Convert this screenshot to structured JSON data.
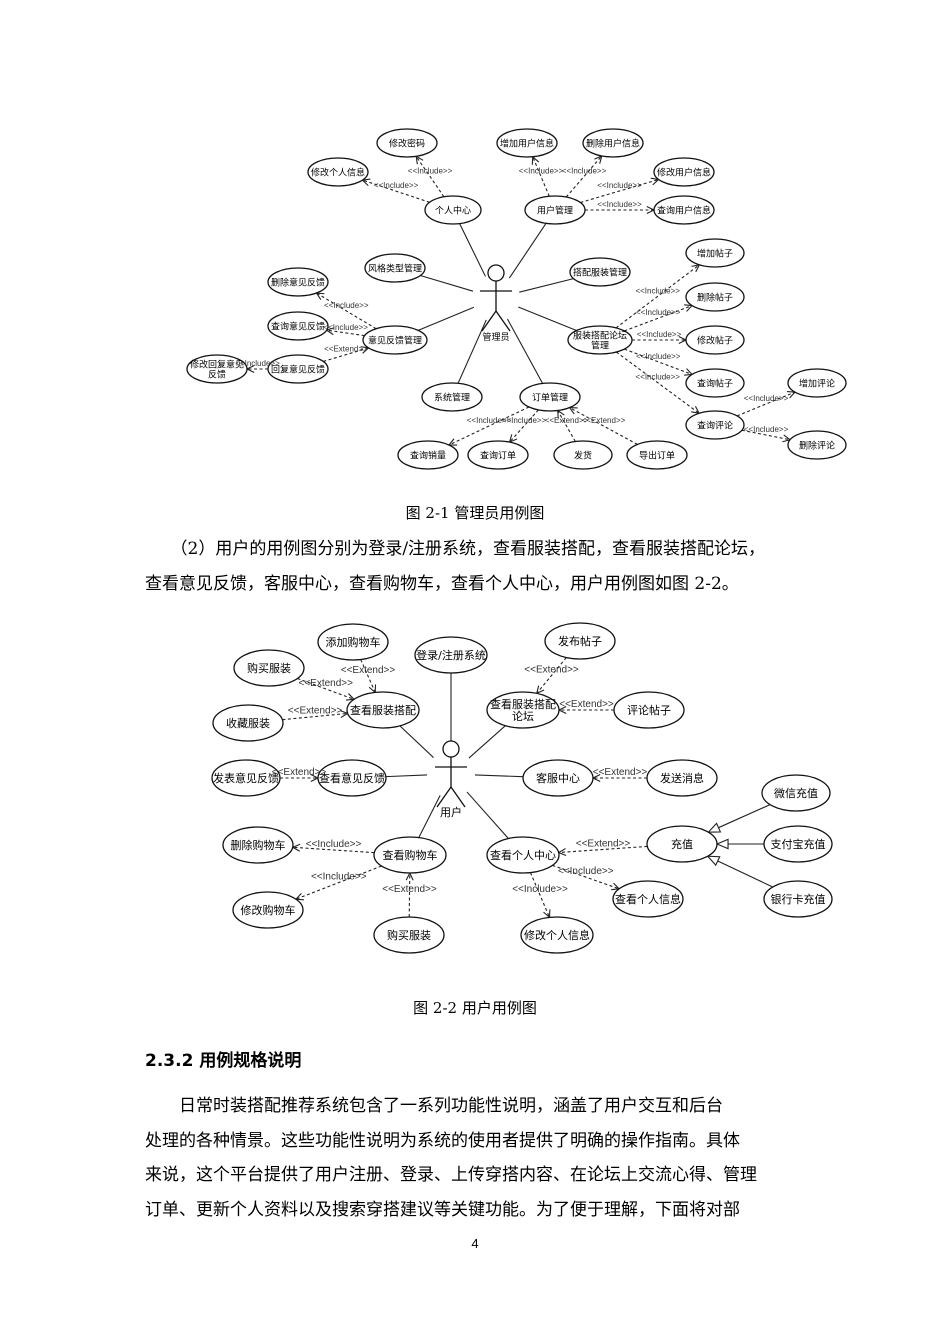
{
  "figure1": {
    "caption": "图 2-1 管理员用例图",
    "actor": "管理员",
    "nodes": [
      {
        "id": "pwd",
        "label": "修改密码"
      },
      {
        "id": "myinfo",
        "label": "修改个人信息"
      },
      {
        "id": "center",
        "label": "个人中心"
      },
      {
        "id": "adduser",
        "label": "增加用户信息"
      },
      {
        "id": "deluser",
        "label": "删除用户信息"
      },
      {
        "id": "moduser",
        "label": "修改用户信息"
      },
      {
        "id": "qryuser",
        "label": "查询用户信息"
      },
      {
        "id": "usermgr",
        "label": "用户管理"
      },
      {
        "id": "style",
        "label": "风格类型管理"
      },
      {
        "id": "outfit",
        "label": "搭配服装管理"
      },
      {
        "id": "delfb",
        "label": "删除意见反馈"
      },
      {
        "id": "qryfb",
        "label": "查询意见反馈"
      },
      {
        "id": "fbmgr",
        "label": "意见反馈管理"
      },
      {
        "id": "replyfb",
        "label": "回复意见反馈"
      },
      {
        "id": "modreply",
        "label": "修改回复意见\n反馈"
      },
      {
        "id": "forum",
        "label": "服装搭配论坛\n管理"
      },
      {
        "id": "addpost",
        "label": "增加帖子"
      },
      {
        "id": "delpost",
        "label": "删除帖子"
      },
      {
        "id": "modpost",
        "label": "修改帖子"
      },
      {
        "id": "qrypost",
        "label": "查询帖子"
      },
      {
        "id": "qrycmt",
        "label": "查询评论"
      },
      {
        "id": "addcmt",
        "label": "增加评论"
      },
      {
        "id": "delcmt",
        "label": "删除评论"
      },
      {
        "id": "sys",
        "label": "系统管理"
      },
      {
        "id": "order",
        "label": "订单管理"
      },
      {
        "id": "sales",
        "label": "查询销量"
      },
      {
        "id": "qryorder",
        "label": "查询订单"
      },
      {
        "id": "ship",
        "label": "发货"
      },
      {
        "id": "export",
        "label": "导出订单"
      }
    ],
    "edges": [
      {
        "from": "actor",
        "to": "center",
        "type": "association"
      },
      {
        "from": "actor",
        "to": "usermgr",
        "type": "association"
      },
      {
        "from": "actor",
        "to": "style",
        "type": "association"
      },
      {
        "from": "actor",
        "to": "outfit",
        "type": "association"
      },
      {
        "from": "actor",
        "to": "fbmgr",
        "type": "association"
      },
      {
        "from": "actor",
        "to": "forum",
        "type": "association"
      },
      {
        "from": "actor",
        "to": "sys",
        "type": "association"
      },
      {
        "from": "actor",
        "to": "order",
        "type": "association"
      },
      {
        "from": "center",
        "to": "pwd",
        "type": "dependency",
        "label": "<<Include>>"
      },
      {
        "from": "center",
        "to": "myinfo",
        "type": "dependency",
        "label": "<<Include>>"
      },
      {
        "from": "usermgr",
        "to": "adduser",
        "type": "dependency",
        "label": "<<Include>>"
      },
      {
        "from": "usermgr",
        "to": "deluser",
        "type": "dependency",
        "label": "<<Include>>"
      },
      {
        "from": "usermgr",
        "to": "moduser",
        "type": "dependency",
        "label": "<<Include>>"
      },
      {
        "from": "usermgr",
        "to": "qryuser",
        "type": "dependency",
        "label": "<<Include>>"
      },
      {
        "from": "fbmgr",
        "to": "delfb",
        "type": "dependency",
        "label": "<<Include>>"
      },
      {
        "from": "fbmgr",
        "to": "qryfb",
        "type": "dependency",
        "label": "<<Include>>"
      },
      {
        "from": "replyfb",
        "to": "fbmgr",
        "type": "dependency",
        "label": "<<Extend>>"
      },
      {
        "from": "replyfb",
        "to": "modreply",
        "type": "dependency",
        "label": "<<Include>>"
      },
      {
        "from": "forum",
        "to": "addpost",
        "type": "dependency",
        "label": "<<Include>>"
      },
      {
        "from": "forum",
        "to": "delpost",
        "type": "dependency",
        "label": "<<Include>>"
      },
      {
        "from": "forum",
        "to": "modpost",
        "type": "dependency",
        "label": "<<Include>>"
      },
      {
        "from": "forum",
        "to": "qrypost",
        "type": "dependency",
        "label": "<<Include>>"
      },
      {
        "from": "forum",
        "to": "qrycmt",
        "type": "dependency",
        "label": "<<Include>>"
      },
      {
        "from": "qrycmt",
        "to": "addcmt",
        "type": "dependency",
        "label": "<<Include>>"
      },
      {
        "from": "qrycmt",
        "to": "delcmt",
        "type": "dependency",
        "label": "<<Include>>"
      },
      {
        "from": "order",
        "to": "sales",
        "type": "dependency",
        "label": "<<Include>>"
      },
      {
        "from": "order",
        "to": "qryorder",
        "type": "dependency",
        "label": "<<Include>>"
      },
      {
        "from": "ship",
        "to": "order",
        "type": "dependency",
        "label": "<<Extend>>"
      },
      {
        "from": "export",
        "to": "order",
        "type": "dependency",
        "label": "<<Extend>>"
      }
    ]
  },
  "paragraph1": [
    "（2）用户的用例图分别为登录/注册系统，查看服装搭配，查看服装搭配论坛，",
    "查看意见反馈，客服中心，查看购物车，查看个人中心，用户用例图如图 2-2。"
  ],
  "figure2": {
    "caption": "图 2-2 用户用例图",
    "actor": "用户",
    "nodes": [
      {
        "id": "addcart",
        "label": "添加购物车"
      },
      {
        "id": "login",
        "label": "登录/注册系统"
      },
      {
        "id": "post",
        "label": "发布帖子"
      },
      {
        "id": "buy1",
        "label": "购买服装"
      },
      {
        "id": "viewoutfit",
        "label": "查看服装搭配"
      },
      {
        "id": "viewforum",
        "label": "查看服装搭配\n论坛"
      },
      {
        "id": "comment",
        "label": "评论帖子"
      },
      {
        "id": "fav",
        "label": "收藏服装"
      },
      {
        "id": "pubfb",
        "label": "发表意见反馈"
      },
      {
        "id": "viewfb",
        "label": "查看意见反馈"
      },
      {
        "id": "service",
        "label": "客服中心"
      },
      {
        "id": "msg",
        "label": "发送消息"
      },
      {
        "id": "wechat",
        "label": "微信充值"
      },
      {
        "id": "alipay",
        "label": "支付宝充值"
      },
      {
        "id": "bank",
        "label": "银行卡充值"
      },
      {
        "id": "recharge",
        "label": "充值"
      },
      {
        "id": "delcart",
        "label": "删除购物车"
      },
      {
        "id": "viewcart",
        "label": "查看购物车"
      },
      {
        "id": "viewcenter",
        "label": "查看个人中心"
      },
      {
        "id": "modcart",
        "label": "修改购物车"
      },
      {
        "id": "viewinfo",
        "label": "查看个人信息"
      },
      {
        "id": "buy2",
        "label": "购买服装"
      },
      {
        "id": "modinfo",
        "label": "修改个人信息"
      }
    ],
    "edges": [
      {
        "from": "actor",
        "to": "login",
        "type": "association"
      },
      {
        "from": "actor",
        "to": "viewoutfit",
        "type": "association"
      },
      {
        "from": "actor",
        "to": "viewforum",
        "type": "association"
      },
      {
        "from": "actor",
        "to": "viewfb",
        "type": "association"
      },
      {
        "from": "actor",
        "to": "service",
        "type": "association"
      },
      {
        "from": "actor",
        "to": "viewcart",
        "type": "association"
      },
      {
        "from": "actor",
        "to": "viewcenter",
        "type": "association"
      },
      {
        "from": "addcart",
        "to": "viewoutfit",
        "type": "dependency",
        "label": "<<Extend>>"
      },
      {
        "from": "buy1",
        "to": "viewoutfit",
        "type": "dependency",
        "label": "<<Extend>>"
      },
      {
        "from": "fav",
        "to": "viewoutfit",
        "type": "dependency",
        "label": "<<Extend>>"
      },
      {
        "from": "post",
        "to": "viewforum",
        "type": "dependency",
        "label": "<<Extend>>"
      },
      {
        "from": "comment",
        "to": "viewforum",
        "type": "dependency",
        "label": "<<Extend>>"
      },
      {
        "from": "pubfb",
        "to": "viewfb",
        "type": "dependency",
        "label": "<<Extend>>"
      },
      {
        "from": "msg",
        "to": "service",
        "type": "dependency",
        "label": "<<Extend>>"
      },
      {
        "from": "viewcart",
        "to": "delcart",
        "type": "dependency",
        "label": "<<Include>>"
      },
      {
        "from": "viewcart",
        "to": "modcart",
        "type": "dependency",
        "label": "<<Include>>"
      },
      {
        "from": "buy2",
        "to": "viewcart",
        "type": "dependency",
        "label": "<<Extend>>"
      },
      {
        "from": "recharge",
        "to": "viewcenter",
        "type": "dependency",
        "label": "<<Extend>>"
      },
      {
        "from": "viewcenter",
        "to": "viewinfo",
        "type": "dependency",
        "label": "<<Include>>"
      },
      {
        "from": "viewcenter",
        "to": "modinfo",
        "type": "dependency",
        "label": "<<Include>>"
      },
      {
        "from": "wechat",
        "to": "recharge",
        "type": "generalization"
      },
      {
        "from": "alipay",
        "to": "recharge",
        "type": "generalization"
      },
      {
        "from": "bank",
        "to": "recharge",
        "type": "generalization"
      }
    ]
  },
  "section": {
    "heading": "2.3.2 用例规格说明",
    "lines": [
      "日常时装搭配推荐系统包含了一系列功能性说明，涵盖了用户交互和后台",
      "处理的各种情景。这些功能性说明为系统的使用者提供了明确的操作指南。具体",
      "来说，这个平台提供了用户注册、登录、上传穿搭内容、在论坛上交流心得、管理",
      "订单、更新个人资料以及搜索穿搭建议等关键功能。为了便于理解，下面将对部"
    ]
  },
  "page_number": "4"
}
